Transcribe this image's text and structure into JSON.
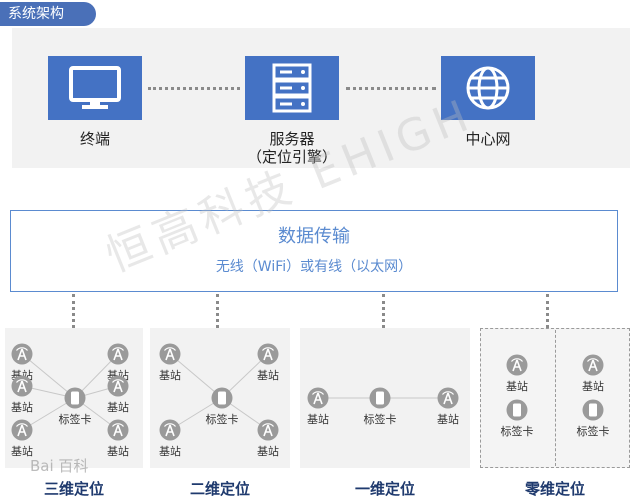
{
  "header": {
    "title": "系统架构"
  },
  "top": {
    "terminal_label": "终端",
    "server_label_1": "服务器",
    "server_label_2": "（定位引擎）",
    "center_label": "中心网"
  },
  "transport": {
    "title": "数据传输",
    "subtitle": "无线（WiFi）或有线（以太网）"
  },
  "nodes": {
    "station": "基站",
    "tag": "标签卡"
  },
  "modes": [
    "三维定位",
    "二维定位",
    "一维定位",
    "零维定位"
  ],
  "watermark": "恒高科技 EHIGH",
  "baidu_watermark": "Bai 百科",
  "colors": {
    "accent": "#4472c4",
    "text_blue": "#5b8bd0",
    "label_dark": "#1f3a6e"
  }
}
